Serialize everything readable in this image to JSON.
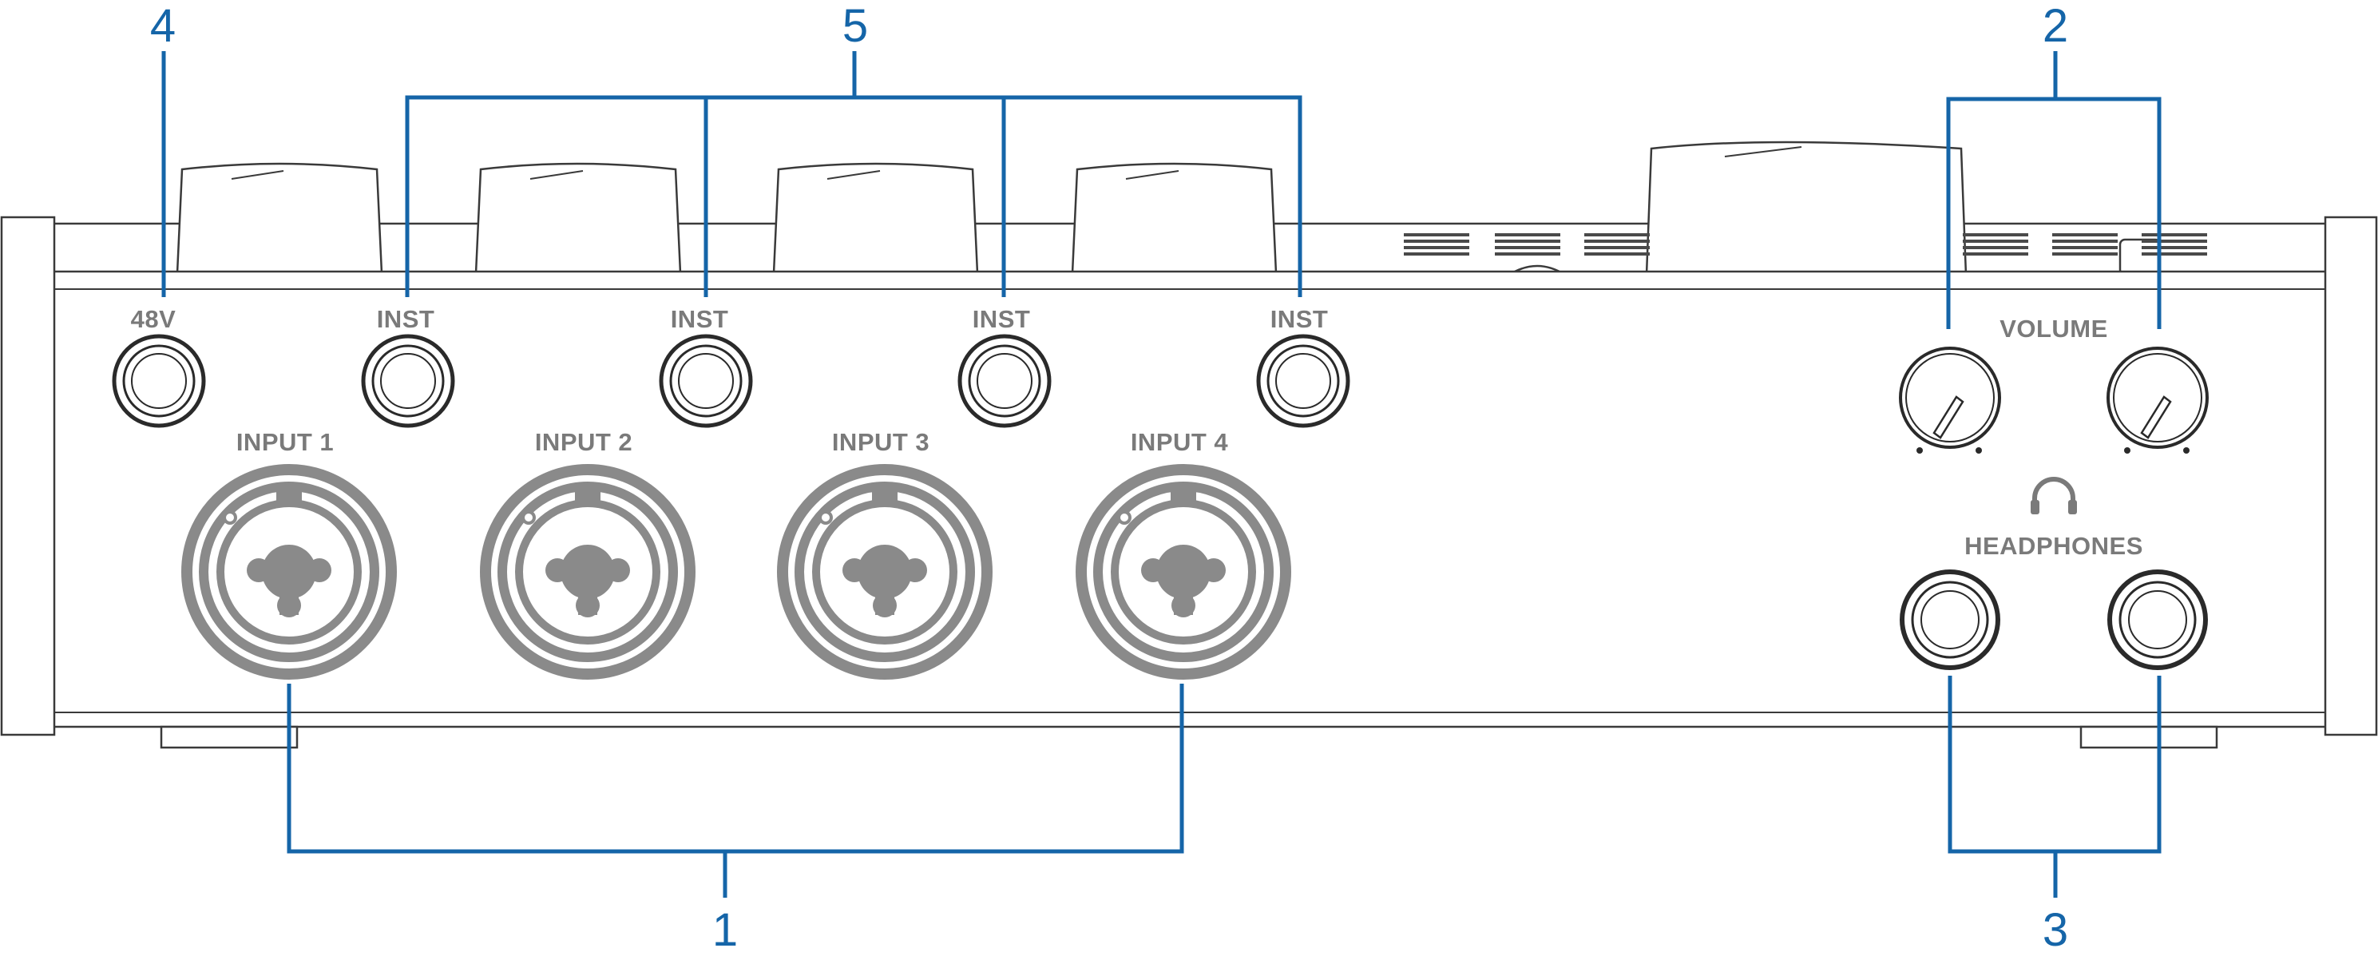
{
  "panel": {
    "phantom_label": "48V",
    "inst_labels": [
      "INST",
      "INST",
      "INST",
      "INST"
    ],
    "input_labels": [
      "INPUT 1",
      "INPUT 2",
      "INPUT 3",
      "INPUT 4"
    ],
    "volume_label": "VOLUME",
    "headphones_label": "HEADPHONES",
    "headphones_icon": "headphones-icon"
  },
  "callouts": {
    "inputs_number": "1",
    "volume_number": "2",
    "headphones_number": "3",
    "phantom_number": "4",
    "inst_number": "5"
  },
  "colors": {
    "callout": "#1565a8",
    "connector": "#8a8a8a",
    "outline": "#3a3a3a"
  }
}
